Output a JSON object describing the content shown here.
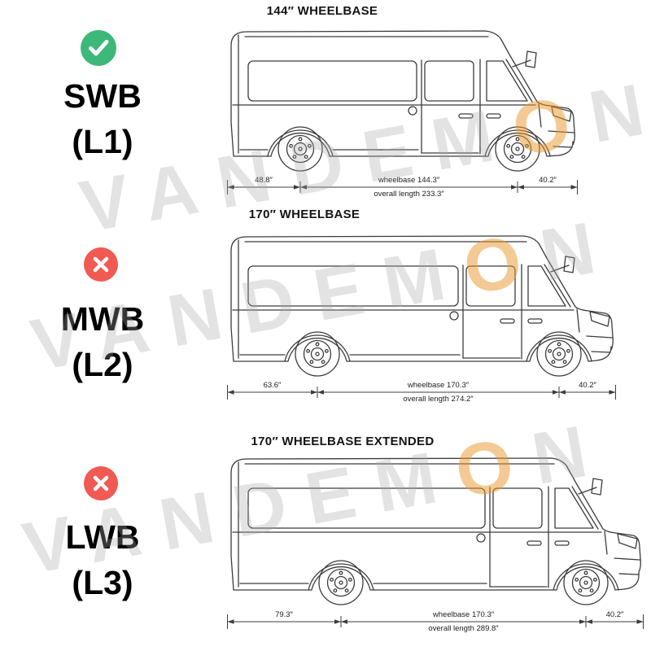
{
  "watermark": {
    "prefix": "VANDEM",
    "o": "O",
    "suffix": "N"
  },
  "colors": {
    "approved_green": "#3cb878",
    "rejected_red": "#f05a52",
    "drawing_line": "#3c3c3c",
    "watermark_gray": "#a8a8a8",
    "watermark_orange": "#e9962a"
  },
  "sections": [
    {
      "id": "swb",
      "status": "selected",
      "option": "SWB",
      "code": "(L1)",
      "title": "144″ WHEELBASE",
      "dims": {
        "rear_overhang": "48.8″",
        "wheelbase": "wheelbase 144.3″",
        "overall_length": "overall length 233.3″",
        "front_overhang": "40.2″"
      }
    },
    {
      "id": "mwb",
      "status": "not-selected",
      "option": "MWB",
      "code": "(L2)",
      "title": "170″ WHEELBASE",
      "dims": {
        "rear_overhang": "63.6″",
        "wheelbase": "wheelbase 170.3″",
        "overall_length": "overall length 274.2″",
        "front_overhang": "40.2″"
      }
    },
    {
      "id": "lwb",
      "status": "not-selected",
      "option": "LWB",
      "code": "(L3)",
      "title": "170″ WHEELBASE EXTENDED",
      "dims": {
        "rear_overhang": "79.3″",
        "wheelbase": "wheelbase 170.3″",
        "overall_length": "overall length 289.8″",
        "front_overhang": "40.2″"
      }
    }
  ]
}
